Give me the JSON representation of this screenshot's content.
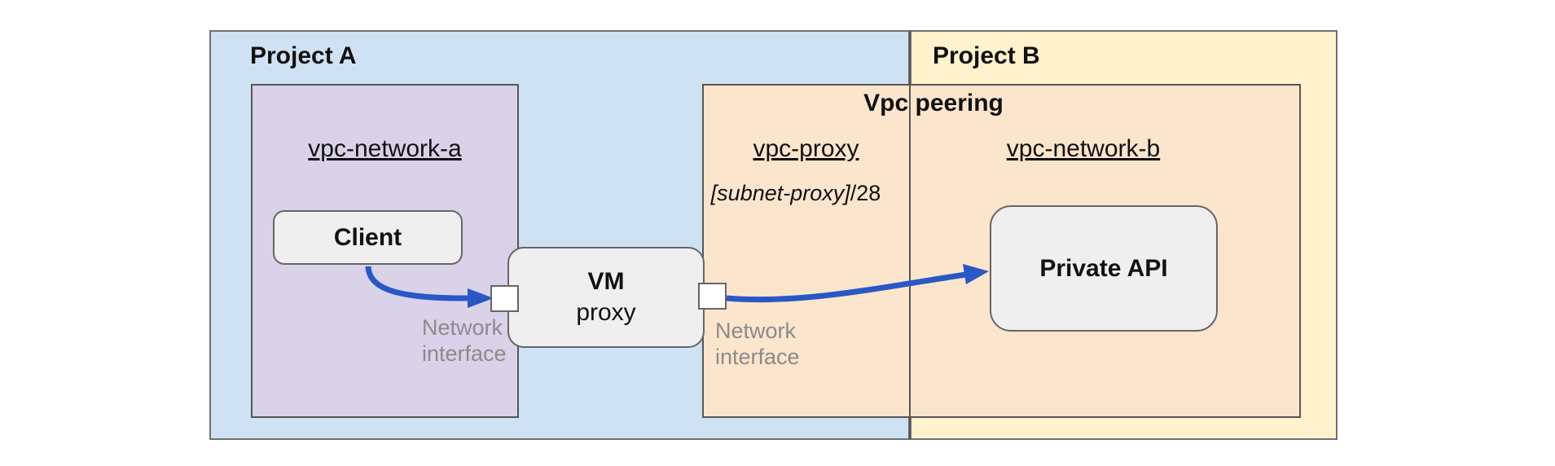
{
  "diagram": {
    "project_a": {
      "label": "Project A"
    },
    "project_b": {
      "label": "Project B"
    },
    "vpc_network_a": {
      "label": "vpc-network-a"
    },
    "vpc_peering": {
      "title": "Vpc peering"
    },
    "vpc_proxy": {
      "label": "vpc-proxy",
      "subnet_prefix": "[subnet-proxy]",
      "subnet_suffix": "/28"
    },
    "vpc_network_b": {
      "label": "vpc-network-b"
    },
    "nodes": {
      "client": {
        "label": "Client"
      },
      "vm_proxy": {
        "label": "VM",
        "sublabel": "proxy"
      },
      "private_api": {
        "label": "Private API"
      }
    },
    "network_interface_left": {
      "line1": "Network",
      "line2": "interface"
    },
    "network_interface_right": {
      "line1": "Network",
      "line2": "interface"
    },
    "colors": {
      "project_a_bg": "#cfe2f3",
      "project_b_bg": "#fff2cc",
      "vpc_network_a_bg": "#d9d2e9",
      "vpc_peering_bg": "#fce5cd",
      "node_bg": "#efefef",
      "node_border": "#666666",
      "outer_border": "#717171",
      "inner_border": "#565656",
      "arrow_blue": "#2a57c6",
      "interface_label_gray": "#8b8b8b"
    }
  }
}
